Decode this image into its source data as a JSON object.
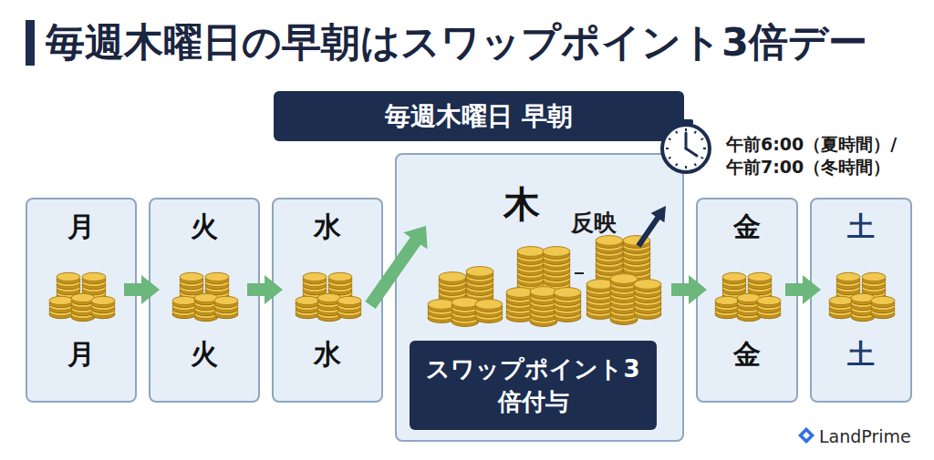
{
  "diagram": {
    "title": "毎週木曜日の早朝はスワップポイント3倍デー",
    "nodes": [
      {
        "text": [
          "毎週木曜日 早朝"
        ]
      },
      {
        "text": [
          "月",
          "月"
        ]
      },
      {
        "text": [
          "火",
          "火"
        ]
      },
      {
        "text": [
          "水",
          "水"
        ]
      },
      {
        "text": [
          "木"
        ]
      },
      {
        "text": [
          "スワップポイント3 倍付与"
        ],
        "in": 4
      },
      {
        "text": [
          "金",
          "金"
        ]
      },
      {
        "text": [
          "土",
          "土"
        ]
      }
    ],
    "edges": [
      {
        "from": 1,
        "to": 2,
        "arrow": "to"
      },
      {
        "from": 2,
        "to": 3,
        "arrow": "to"
      },
      {
        "from": 3,
        "to": 4,
        "arrow": "to"
      },
      {
        "from": 4,
        "to": 6,
        "arrow": "to"
      },
      {
        "from": 6,
        "to": 7,
        "arrow": "to"
      }
    ],
    "labels": [
      "午前6:00（夏時間）/ 午前7:00（冬時間）",
      "反映",
      "LandPrime"
    ]
  }
}
